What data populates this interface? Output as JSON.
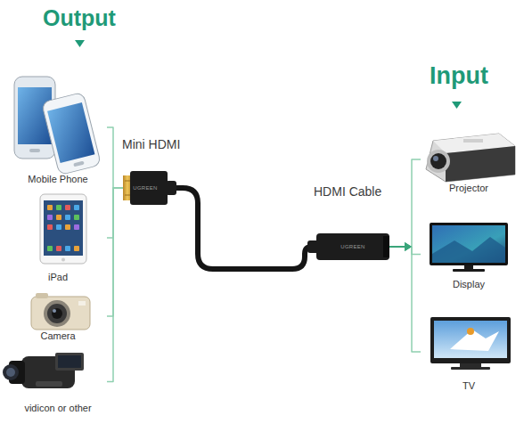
{
  "diagram": {
    "nodes": [
      {
        "text": [
          "Mobile Phone"
        ]
      },
      {
        "text": [
          "iPad"
        ]
      },
      {
        "text": [
          "Camera"
        ]
      },
      {
        "text": [
          "vidicon or other"
        ]
      },
      {
        "text": [
          "Mini HDMI",
          "UGREEN"
        ]
      },
      {
        "text": [
          "HDMI Cable",
          "UGREEN"
        ]
      },
      {
        "text": [
          "Projector"
        ]
      },
      {
        "text": [
          "Display"
        ]
      },
      {
        "text": [
          "TV"
        ]
      }
    ],
    "edges": [
      {
        "from": 0,
        "to": 4,
        "arrow": "none"
      },
      {
        "from": 1,
        "to": 4,
        "arrow": "none"
      },
      {
        "from": 2,
        "to": 4,
        "arrow": "none"
      },
      {
        "from": 3,
        "to": 4,
        "arrow": "none"
      },
      {
        "from": 4,
        "to": 5,
        "arrow": "none"
      },
      {
        "from": 5,
        "to": 6,
        "arrow": "to"
      },
      {
        "from": 5,
        "to": 7,
        "arrow": "to"
      },
      {
        "from": 5,
        "to": 8,
        "arrow": "to"
      }
    ],
    "labels": [
      "Output",
      "Input"
    ]
  }
}
